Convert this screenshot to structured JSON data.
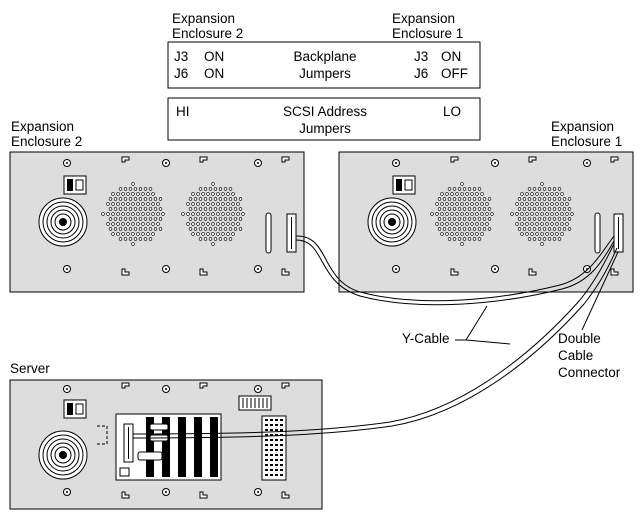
{
  "jumper_table": {
    "left_header": [
      "Expansion",
      "Enclosure 2"
    ],
    "right_header": [
      "Expansion",
      "Enclosure 1"
    ],
    "backplane_box": {
      "left_rows": [
        [
          "J3",
          "ON"
        ],
        [
          "J6",
          "ON"
        ]
      ],
      "center": [
        "Backplane",
        "Jumpers"
      ],
      "right_rows": [
        [
          "J3",
          "ON"
        ],
        [
          "J6",
          "OFF"
        ]
      ]
    },
    "scsi_box": {
      "left": "HI",
      "center": [
        "SCSI Address",
        "Jumpers"
      ],
      "right": "LO"
    }
  },
  "enclosure2_label": [
    "Expansion",
    "Enclosure 2"
  ],
  "enclosure1_label": [
    "Expansion",
    "Enclosure 1"
  ],
  "server_label": "Server",
  "callouts": {
    "y_cable": "Y-Cable",
    "double_connector": [
      "Double",
      "Cable",
      "Connector"
    ]
  },
  "icons": [
    "power-inlet-icon",
    "fan-icon",
    "vent-grille-icon",
    "scsi-connector-icon",
    "screw-icon",
    "latch-icon"
  ]
}
